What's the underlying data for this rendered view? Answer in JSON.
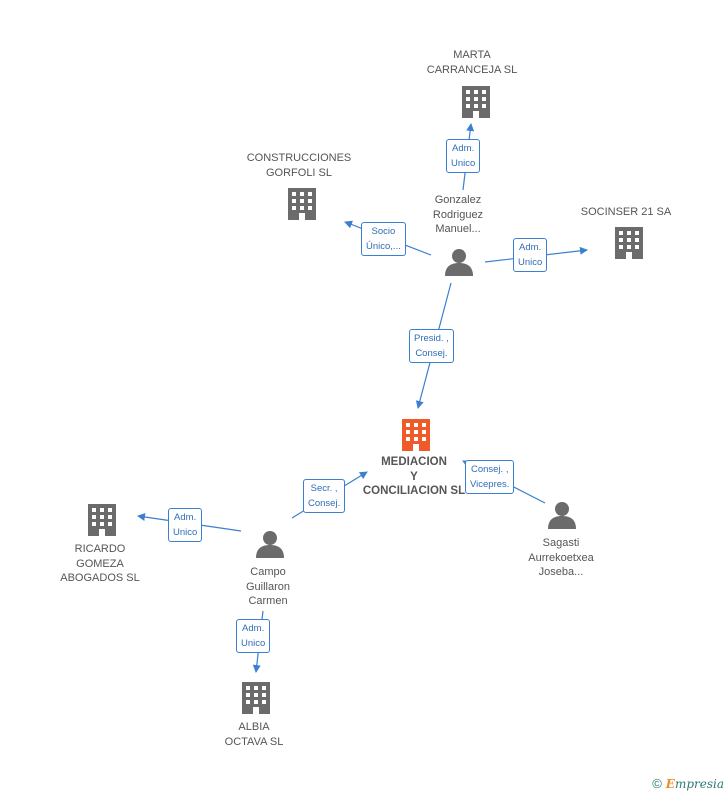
{
  "colors": {
    "edge": "#3a7fd0",
    "company": "#6b6b6b",
    "main_company": "#f05a28",
    "person": "#6b6b6b",
    "label": "#555555"
  },
  "nodes": {
    "marta": {
      "lines": [
        "MARTA",
        "CARRANCEJA SL"
      ],
      "kind": "company"
    },
    "gorfoli": {
      "lines": [
        "CONSTRUCCIONES",
        "GORFOLI SL"
      ],
      "kind": "company"
    },
    "socinser": {
      "lines": [
        "SOCINSER 21 SA"
      ],
      "kind": "company"
    },
    "gonzalez": {
      "lines": [
        "Gonzalez",
        "Rodriguez",
        "Manuel..."
      ],
      "kind": "person"
    },
    "mediacion": {
      "lines": [
        "MEDIACION",
        "Y",
        "CONCILIACION SL"
      ],
      "kind": "main"
    },
    "ricardo": {
      "lines": [
        "RICARDO",
        "GOMEZA",
        "ABOGADOS SL"
      ],
      "kind": "company"
    },
    "campo": {
      "lines": [
        "Campo",
        "Guillaron",
        "Carmen"
      ],
      "kind": "person"
    },
    "sagasti": {
      "lines": [
        "Sagasti",
        "Aurrekoetxea",
        "Joseba..."
      ],
      "kind": "person"
    },
    "albia": {
      "lines": [
        "ALBIA",
        "OCTAVA SL"
      ],
      "kind": "company"
    }
  },
  "edges": {
    "gonzalez_marta": {
      "lines": [
        "Adm.",
        "Unico"
      ]
    },
    "gonzalez_gorfoli": {
      "lines": [
        "Socio",
        "Único,..."
      ]
    },
    "gonzalez_socinser": {
      "lines": [
        "Adm.",
        "Unico"
      ]
    },
    "gonzalez_mediacion": {
      "lines": [
        "Presid. ,",
        "Consej."
      ]
    },
    "campo_mediacion": {
      "lines": [
        "Secr. ,",
        "Consej."
      ]
    },
    "sagasti_mediacion": {
      "lines": [
        "Consej. ,",
        "Vicepres."
      ]
    },
    "campo_ricardo": {
      "lines": [
        "Adm.",
        "Unico"
      ]
    },
    "campo_albia": {
      "lines": [
        "Adm.",
        "Unico"
      ]
    }
  },
  "brand": {
    "copyright": "©",
    "e": "E",
    "rest": "mpresia"
  }
}
